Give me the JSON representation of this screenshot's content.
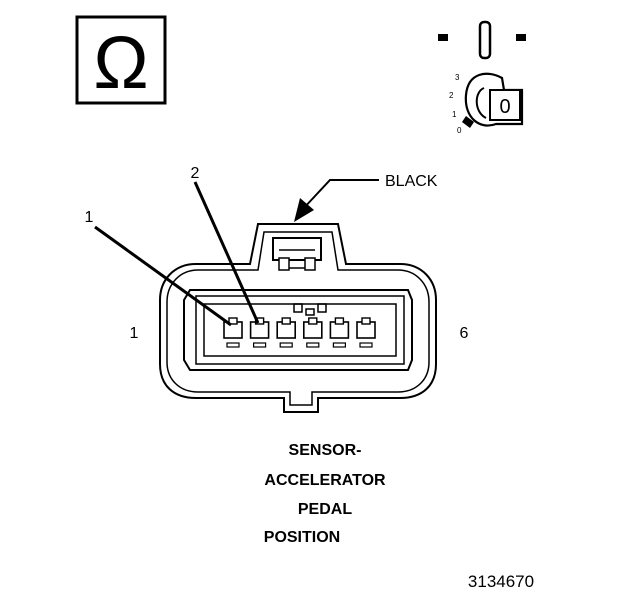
{
  "symbols": {
    "ohm_symbol": "Ω",
    "ignition_key_position": "0",
    "ignition_scale": [
      "3",
      "2",
      "1",
      "0"
    ]
  },
  "connector": {
    "color_label": "BLACK",
    "callouts": [
      "1",
      "2"
    ],
    "pin_end_left": "1",
    "pin_end_right": "6",
    "pin_count": 6
  },
  "caption": {
    "lines": [
      "SENSOR-",
      "ACCELERATOR",
      "PEDAL",
      "POSITION"
    ]
  },
  "figure_number": "3134670",
  "colors": {
    "ink": "#000000",
    "paper": "#ffffff"
  },
  "icons": [
    "ohmmeter-icon",
    "ignition-switch-icon",
    "connector-icon"
  ]
}
